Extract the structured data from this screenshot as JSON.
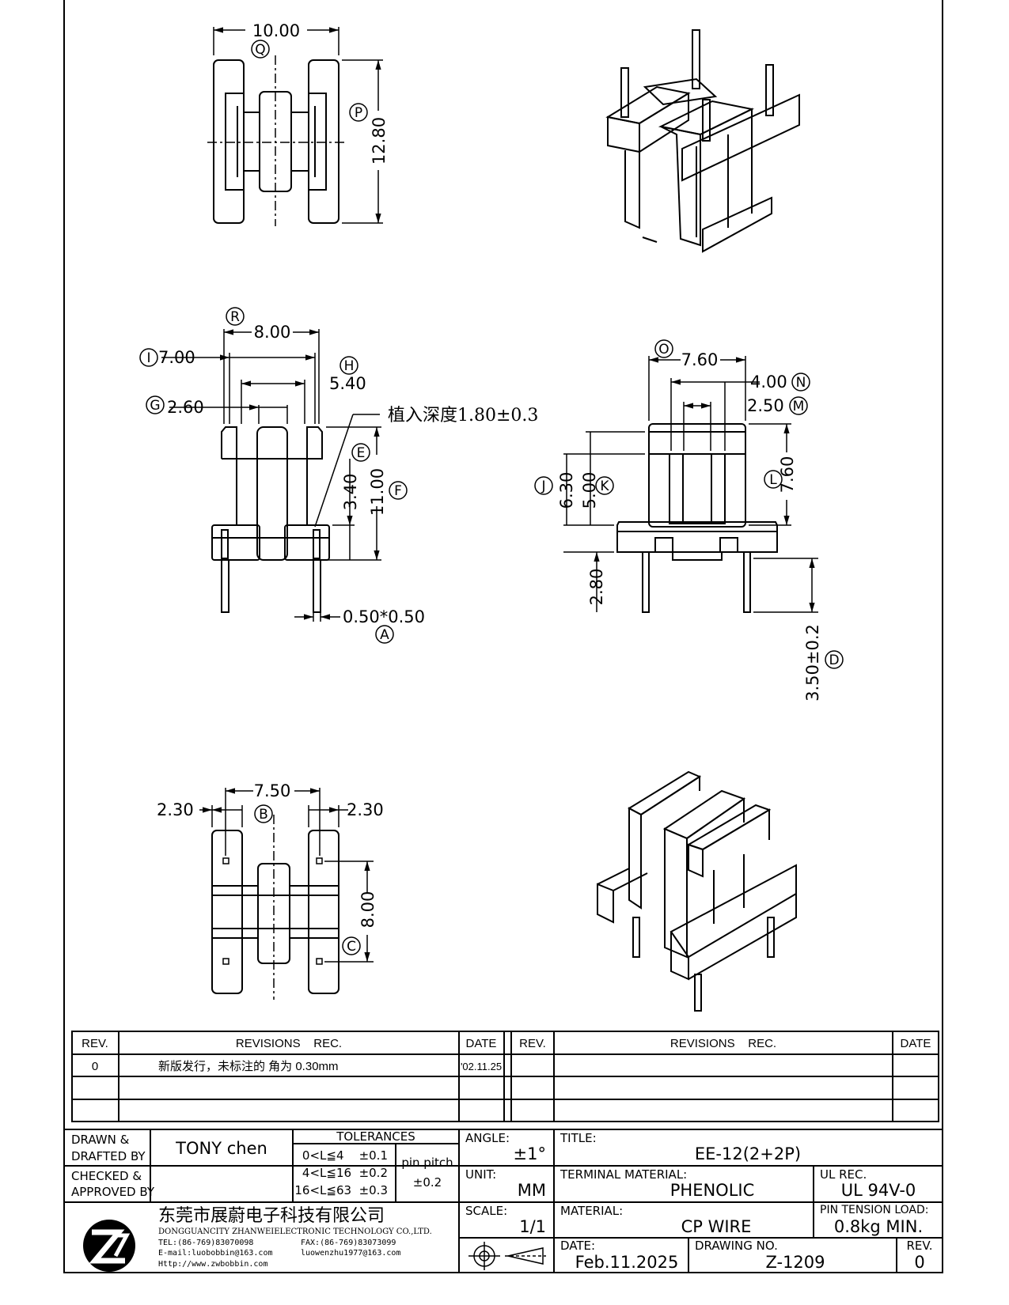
{
  "top_view": {
    "dim_width": "10.00",
    "dim_height": "12.80",
    "label_q": "Q",
    "label_p": "P"
  },
  "front_view": {
    "dim_r": "8.00",
    "dim_i": "7.00",
    "dim_h": "5.40",
    "dim_g": "2.60",
    "dim_e": "3.40",
    "dim_f": "11.00",
    "dim_a": "0.50*0.50",
    "note": "植入深度1.80±0.3",
    "label_r": "R",
    "label_i": "I",
    "label_h": "H",
    "label_g": "G",
    "label_e": "E",
    "label_f": "F",
    "label_a": "A"
  },
  "side_view": {
    "dim_o": "7.60",
    "dim_n": "4.00",
    "dim_m": "2.50",
    "dim_j": "6.30",
    "dim_k": "5.00",
    "dim_l": "7.60",
    "dim_pin": "2.80",
    "dim_d": "3.50±0.2",
    "label_o": "O",
    "label_n": "N",
    "label_m": "M",
    "label_j": "J",
    "label_k": "K",
    "label_l": "L",
    "label_d": "D"
  },
  "bottom_view": {
    "dim_b": "7.50",
    "dim_left": "2.30",
    "dim_right": "2.30",
    "dim_c": "8.00",
    "label_b": "B",
    "label_c": "C"
  },
  "revisions": {
    "col_rev": "REV.",
    "col_rec": "REVISIONS    REC.",
    "col_date": "DATE",
    "rows": [
      {
        "rev": "0",
        "rec": "新版发行，未标注的 角为  0.30mm",
        "date": "'02.11.25"
      }
    ]
  },
  "title_block": {
    "drawn_label": "DRAWN &\nDRAFTED BY",
    "drawn_value": "TONY chen",
    "checked_label": "CHECKED &\nAPPROVED BY",
    "tolerances_label": "TOLERANCES",
    "tol_rows": [
      "0<L≦4    ±0.1",
      "4<L≦16  ±0.2",
      "16<L≦63  ±0.3"
    ],
    "pin_pitch_label": "pin pitch",
    "pin_pitch_value": "±0.2",
    "angle_label": "ANGLE:",
    "angle_value": "±1°",
    "unit_label": "UNIT:",
    "unit_value": "MM",
    "scale_label": "SCALE:",
    "scale_value": "1/1",
    "title_label": "TITLE:",
    "title_value": "EE-12(2+2P)",
    "terminal_label": "TERMINAL MATERIAL:",
    "terminal_value": "PHENOLIC",
    "ul_label": "UL REC.",
    "ul_value": "UL 94V-0",
    "material_label": "MATERIAL:",
    "material_value": "CP WIRE",
    "pin_tension_label": "PIN TENSION LOAD:",
    "pin_tension_value": "0.8kg MIN.",
    "date_label": "DATE:",
    "date_value": "Feb.11.2025",
    "drawing_no_label": "DRAWING NO.",
    "drawing_no_value": "Z-1209",
    "rev_label": "REV.",
    "rev_value": "0",
    "company_cn": "东莞市展蔚电子科技有限公司",
    "company_en": "DONGGUANCITY ZHANWEIELECTRONIC TECHNOLOGY CO.,LTD.",
    "tel": "TEL:(86-769)83070098",
    "fax": "FAX:(86-769)83073099",
    "email1": "E-mail:luobobbin@163.com",
    "email2": "luowenzhu1977@163.com",
    "web": "Http://www.zwbobbin.com"
  }
}
